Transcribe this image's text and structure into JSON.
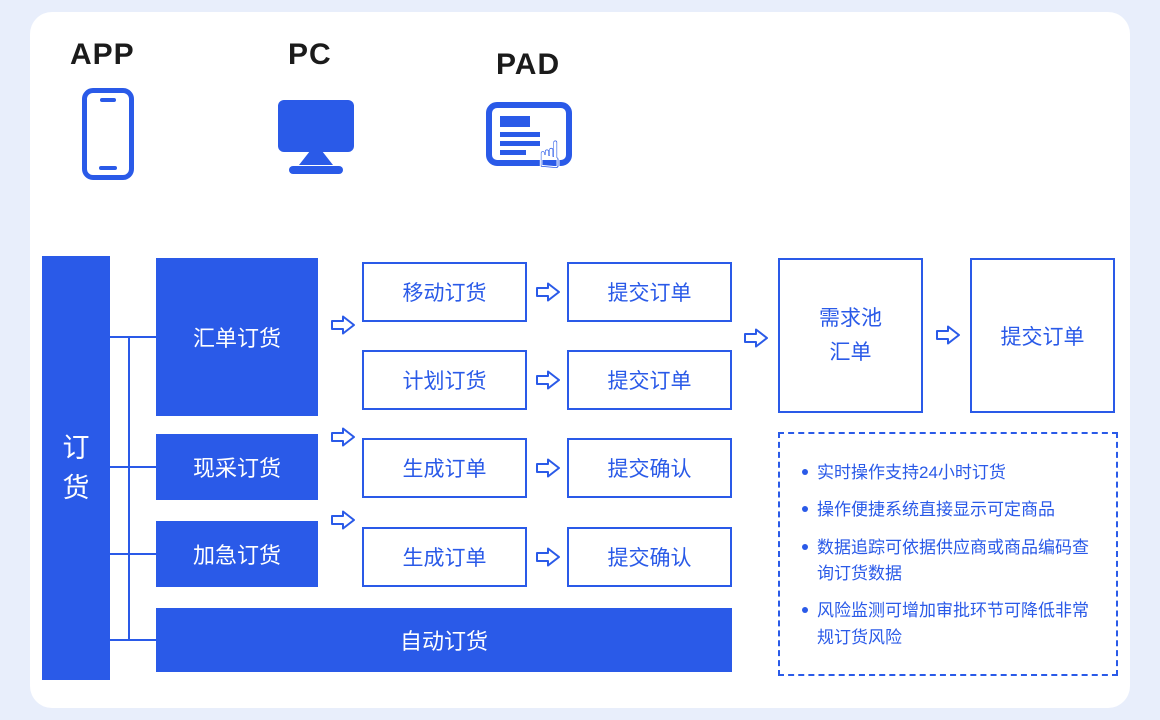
{
  "colors": {
    "primary": "#2a5ae8",
    "background": "#e8eefb",
    "card": "#ffffff"
  },
  "devices": {
    "app": {
      "label": "APP",
      "icon": "smartphone-icon"
    },
    "pc": {
      "label": "PC",
      "icon": "monitor-icon"
    },
    "pad": {
      "label": "PAD",
      "icon": "tablet-touch-icon"
    }
  },
  "diagram": {
    "root": {
      "label": "订货"
    },
    "branches": {
      "summary": {
        "label": "汇单订货"
      },
      "spot": {
        "label": "现采订货"
      },
      "urgent": {
        "label": "加急订货"
      },
      "automatic": {
        "label": "自动订货"
      }
    },
    "steps": {
      "row1": {
        "step1": "移动订货",
        "step2": "提交订单"
      },
      "row2": {
        "step1": "计划订货",
        "step2": "提交订单"
      },
      "row3": {
        "step1": "生成订单",
        "step2": "提交确认"
      },
      "row4": {
        "step1": "生成订单",
        "step2": "提交确认"
      }
    },
    "pool": {
      "line1": "需求池",
      "line2": "汇单"
    },
    "final": {
      "label": "提交订单"
    }
  },
  "notes": {
    "items": [
      "实时操作支持24小时订货",
      "操作便捷系统直接显示可定商品",
      "数据追踪可依据供应商或商品编码查询订货数据",
      "风险监测可增加审批环节可降低非常规订货风险"
    ]
  }
}
